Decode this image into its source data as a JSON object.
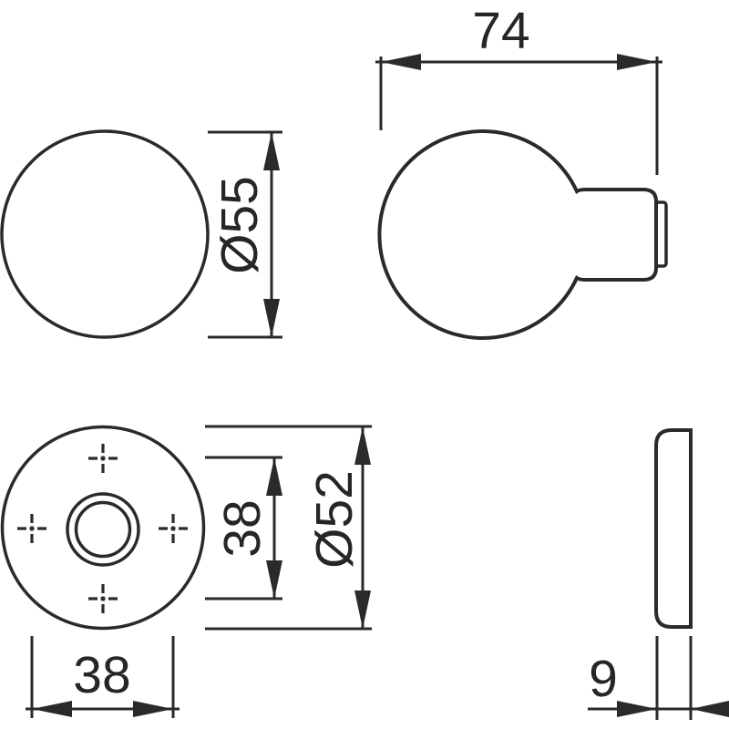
{
  "colors": {
    "background": "#ffffff",
    "line": "#2a2a2a"
  },
  "views": {
    "knob_front": {
      "dim_diameter": "Ø55"
    },
    "knob_side": {
      "dim_depth": "74"
    },
    "rose_front": {
      "dim_hole_spacing_vertical": "38",
      "dim_diameter": "Ø52",
      "dim_hole_spacing_horizontal": "38"
    },
    "rose_side": {
      "dim_thickness": "9"
    }
  }
}
